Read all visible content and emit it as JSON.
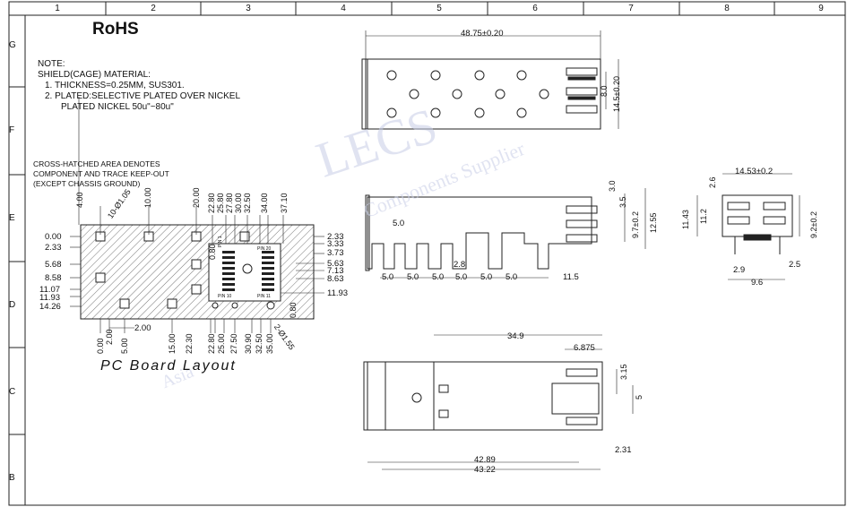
{
  "border": {
    "columns": [
      "1",
      "2",
      "3",
      "4",
      "5",
      "6",
      "7",
      "8",
      "9"
    ],
    "rows": [
      "G",
      "F",
      "E",
      "D",
      "C",
      "B"
    ]
  },
  "title": "RoHS",
  "note": {
    "heading": "NOTE:",
    "lines": [
      "SHIELD(CAGE) MATERIAL:",
      "1. THICKNESS=0.25MM, SUS301.",
      "2. PLATED:SELECTIVE PLATED OVER NICKEL",
      "PLATED NICKEL 50u\"~80u\""
    ]
  },
  "keepout_note": [
    "CROSS-HATCHED AREA DENOTES",
    "COMPONENT AND TRACE KEEP-OUT",
    "(EXCEPT CHASSIS GROUND)"
  ],
  "pcb_layout": {
    "title": "PC Board Layout",
    "top_dims": [
      "4.00",
      "10.00",
      "20.00",
      "22.80",
      "25.80",
      "27.80",
      "30.00",
      "32.50",
      "34.00",
      "37.10"
    ],
    "hole_label": "10-Ø1.05",
    "left_dims": [
      "0.00",
      "2.33",
      "5.68",
      "8.58",
      "11.07",
      "11.93",
      "14.26"
    ],
    "right_dims": [
      "2.33",
      "3.33",
      "3.73",
      "5.63",
      "7.13",
      "8.63",
      "11.93"
    ],
    "inner_dim": "0.80",
    "bottom_dims": [
      "0.00",
      "2.00",
      "5.00",
      "15.00",
      "22.30",
      "22.80",
      "25.00",
      "27.50",
      "30.90",
      "32.50",
      "35.00"
    ],
    "bottom_small": "2.00",
    "bottom_inner": "0.80",
    "hole_label_2": "2-Ø1.55",
    "pin_labels": [
      "PIN 1",
      "PIN 10",
      "PIN 11",
      "PIN 20"
    ]
  },
  "top_view": {
    "width_dim": "48.75±0.20",
    "height_dim": "14.5±0.20",
    "inner_dim": "8.0"
  },
  "side_view": {
    "dims_right": [
      "3.0",
      "3.5",
      "9.7±0.2",
      "12.55"
    ],
    "left_dim": "5.0",
    "bottom_dims": [
      "5.0",
      "5.0",
      "5.0",
      "5.0",
      "5.0",
      "5.0",
      "11.5"
    ],
    "small_dim": "2.8"
  },
  "end_view": {
    "width_dim": "14.53±0.2",
    "left_dims": [
      "11.43",
      "11.2"
    ],
    "top_small": "2.6",
    "right_dim": "9.2±0.2",
    "bottom_dims": [
      "2.9",
      "2.5",
      "9.6"
    ]
  },
  "bottom_view": {
    "top_dims": [
      "34.9",
      "6.875"
    ],
    "right_dims": [
      "3.15",
      "5"
    ],
    "bottom_dims": [
      "2.31",
      "42.89",
      "43.22"
    ]
  },
  "watermark": {
    "brand": "LECS",
    "line1": "Components Supplier",
    "line2": "Asia"
  }
}
